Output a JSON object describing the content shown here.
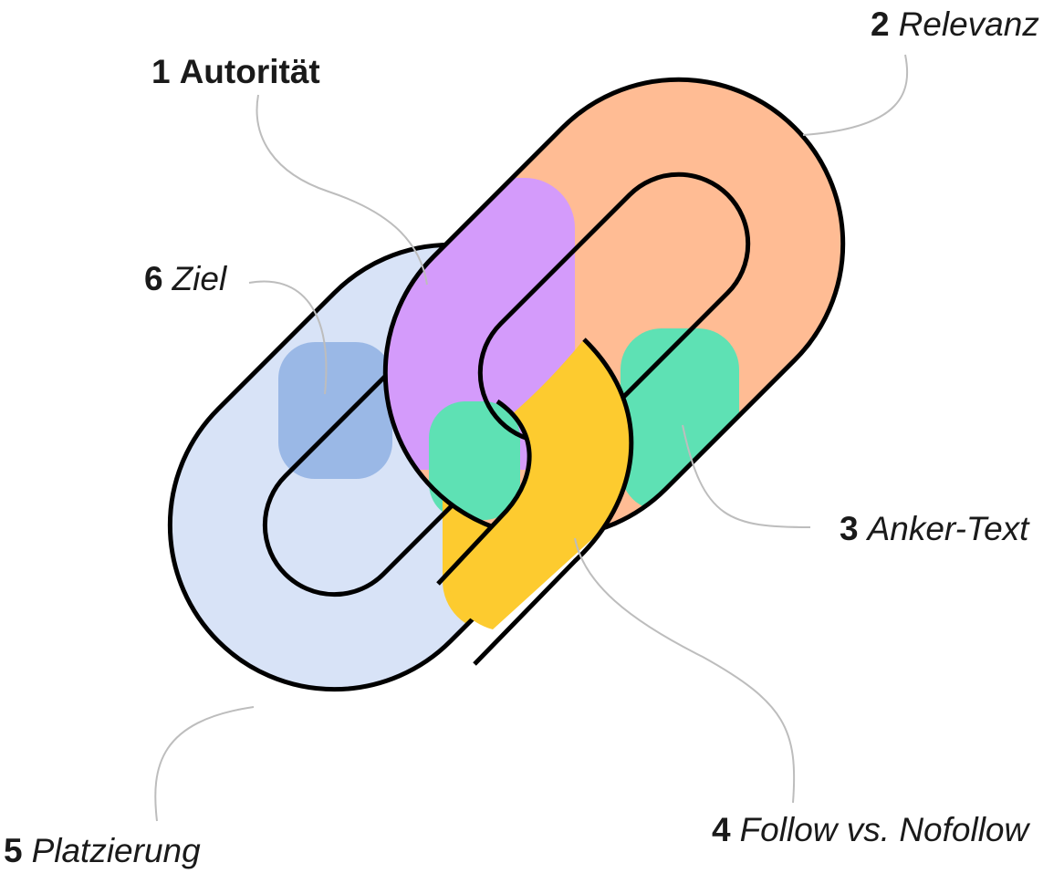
{
  "labels": [
    {
      "num": "1",
      "text": "Autorität"
    },
    {
      "num": "2",
      "text": "Relevanz"
    },
    {
      "num": "3",
      "text": "Anker-Text"
    },
    {
      "num": "4",
      "text": "Follow vs. Nofollow"
    },
    {
      "num": "5",
      "text": "Platzierung"
    },
    {
      "num": "6",
      "text": "Ziel"
    }
  ],
  "colors": {
    "outline": "#000000",
    "leader": "#bdbdbd",
    "segment_1_autoritaet": "#d49bfb",
    "segment_2_relevanz": "#ffbc94",
    "segment_3_anker_text": "#5ee1b4",
    "segment_4_follow": "#fdcb2f",
    "segment_5_platzierung": "#d8e3f7",
    "segment_6_ziel": "#9ab8e6"
  }
}
